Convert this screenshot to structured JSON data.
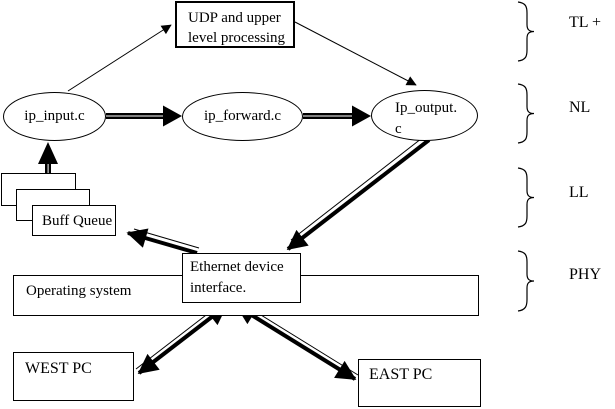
{
  "diagram": {
    "nodes": {
      "udp": "UDP and upper level processing",
      "ip_input": "ip_input.c",
      "ip_forward": "ip_forward.c",
      "ip_output_line1": "Ip_output.",
      "ip_output_line2": "c",
      "buff_queue": "Buff Queue",
      "ethernet": "Ethernet device interface.",
      "operating_system": "Operating system",
      "west_pc": "WEST PC",
      "east_pc": "EAST PC"
    },
    "layers": [
      {
        "label": "TL +"
      },
      {
        "label": "NL"
      },
      {
        "label": "LL"
      },
      {
        "label": "PHY"
      }
    ],
    "colors": {
      "line": "#000000",
      "fill": "#ffffff"
    }
  }
}
